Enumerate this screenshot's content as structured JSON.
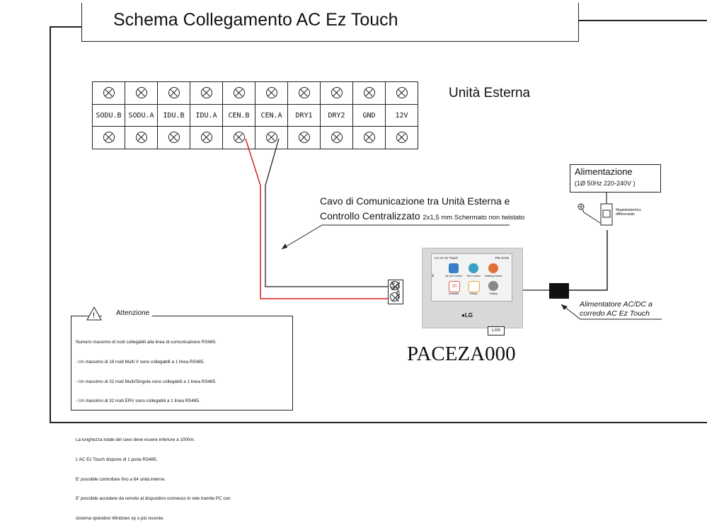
{
  "title": "Schema Collegamento AC Ez Touch",
  "terminal_block": {
    "labels": [
      "SODU.B",
      "SODU.A",
      "IDU.B",
      "IDU.A",
      "CEN.B",
      "CEN.A",
      "DRY1",
      "DRY2",
      "GND",
      "12V"
    ]
  },
  "outdoor_unit_label": "Unità Esterna",
  "cable": {
    "line1": "Cavo di Comunicazione tra Unità Esterna e",
    "line2": "Controllo Centralizzato",
    "spec": "2x1,5 mm  Schermato non twistato"
  },
  "power": {
    "title": "Alimentazione",
    "spec": "(1Ø 50Hz 220-240V )",
    "breaker_label_1": "Magnetotermico",
    "breaker_label_2": "differenziale"
  },
  "device": {
    "screen_title": "LG AC Ez Touch",
    "screen_time": "PM 10:00",
    "icons": [
      {
        "label": "Air-con Control",
        "color": "#3a7fc6"
      },
      {
        "label": "Vent Control",
        "color": "#3aa0c6"
      },
      {
        "label": "Heating Control",
        "color": "#e0703a"
      },
      {
        "label": "Schedule",
        "color": "#e05a4a"
      },
      {
        "label": "History",
        "color": "#e0a83a"
      },
      {
        "label": "Setting",
        "color": "#888888"
      }
    ],
    "schedule_number": "30",
    "brand": "LG",
    "lan": "LAN",
    "rs485": "RS-485",
    "rs485_ab": "A  B",
    "model": "PACEZA000"
  },
  "adapter": {
    "line1": "Alimentatore AC/DC a",
    "line2": "corredo AC Ez Touch"
  },
  "attention": {
    "title": "Attenzione",
    "lines": [
      "Numero massimo di nodi collegabili alla linea di comunicazione RS485:",
      "- Un massimo di 16 nodi Multi V sono collegabili a 1 linea RS485.",
      "- Un massimo di 32 nodi Multi/Singola sono collegabili a 1 linea RS485.",
      "- Un massimo di 32 nodi ERV sono collegabili a 1 linea RS485.",
      "",
      "La lunghezza totale del cavo deve essere inferiore a 1000m.",
      "L'AC Ez Touch dispone di 1 porta RS485.",
      "E' possibile controllare fino a 64 unità interne.",
      "E' possibile accedere da remoto al dispositivo connesso in rete tramite PC con",
      "sistema operativo Windows xp o più recente."
    ]
  },
  "colors": {
    "red_wire": "#d42020",
    "black_wire": "#222222"
  }
}
